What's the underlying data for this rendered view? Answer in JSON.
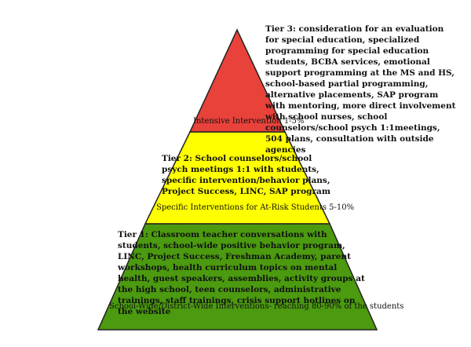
{
  "tiers": [
    {
      "id": "tier3",
      "color": "#e8423a",
      "description": "Tier 3: consideration for an evaluation for special education, specialized programming for special education students, BCBA services, emotional support programming at the MS and HS, school-based partial programming, alternative placements, SAP program with mentoring, more direct involvement with school nurses, school counselors/school psych 1:1meetings, 504 plans, consultation with outside agencies",
      "label": "Intensive Intervention 1-5%"
    },
    {
      "id": "tier2",
      "color": "#ffff00",
      "description": "Tier 2: School counselors/school psych meetings 1:1 with students, specific intervention/behavior plans, Project Success, LINC, SAP program",
      "label": "Specific Interventions for At-Risk Students 5-10%"
    },
    {
      "id": "tier1",
      "color": "#4b9a0f",
      "description": "Tier 1: Classroom teacher conversations with students, school-wide positive behavior program, LINC, Project Success, Freshman Academy, parent workshops, health curriculum topics on mental health, guest speakers, assemblies, activity groups at the high school, teen counselors, administrative trainings, staff trainings, crisis support hotlines on the website",
      "label": "School-Wide/District-Wide Interventions- reaching 80-90% of the students"
    }
  ]
}
